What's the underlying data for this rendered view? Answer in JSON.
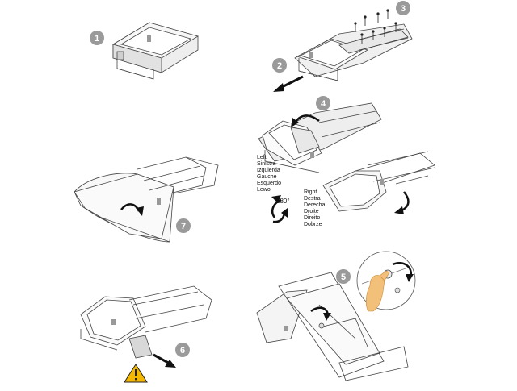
{
  "steps": [
    {
      "number": "1"
    },
    {
      "number": "2"
    },
    {
      "number": "3"
    },
    {
      "number": "4"
    },
    {
      "number": "5"
    },
    {
      "number": "6"
    },
    {
      "number": "7"
    }
  ],
  "left_labels": [
    "Left",
    "Sinistra",
    "Izquierda",
    "Gauche",
    "Esquerdo",
    "Lewo"
  ],
  "right_labels": [
    "Right",
    "Destra",
    "Derecha",
    "Droite",
    "Direito",
    "Dobrze"
  ],
  "rotation": "180°",
  "colors": {
    "badge": "#9a9a9a",
    "board": "#f0f0f0",
    "line": "#444444",
    "warning": "#f5b800",
    "hand": "#f3c07a"
  }
}
